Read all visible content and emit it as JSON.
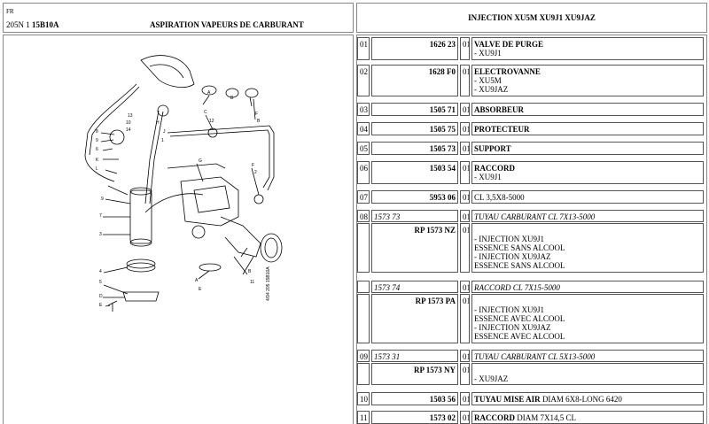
{
  "left_header": {
    "lang": "FR",
    "code_prefix": "205N 1",
    "code": "15B10A",
    "title": "ASPIRATION VAPEURS DE CARBURANT"
  },
  "right_header": {
    "title": "INJECTION XU5M XU9J1 XU9JAZ"
  },
  "diagram": {
    "labels": [
      "1",
      "2",
      "3",
      "4",
      "5",
      "6",
      "7",
      "8",
      "9",
      "10",
      "11",
      "12",
      "13",
      "14",
      "A",
      "B",
      "C",
      "D",
      "E",
      "F",
      "G",
      "H",
      "J",
      "K",
      "L"
    ],
    "stamp": "4/94 205 15B10A"
  },
  "parts": {
    "p01": {
      "num": "01",
      "ref": "1626 23",
      "qty": "01",
      "name": "VALVE DE PURGE",
      "sub": [
        "- XU9J1"
      ]
    },
    "p02": {
      "num": "02",
      "ref": "1628 F0",
      "qty": "01",
      "name": "ELECTROVANNE",
      "sub": [
        "- XU5M",
        "- XU9JAZ"
      ]
    },
    "p03": {
      "num": "03",
      "ref": "1505 71",
      "qty": "01",
      "name": "ABSORBEUR"
    },
    "p04": {
      "num": "04",
      "ref": "1505 75",
      "qty": "01",
      "name": "PROTECTEUR"
    },
    "p05": {
      "num": "05",
      "ref": "1505 73",
      "qty": "01",
      "name": "SUPPORT"
    },
    "p06": {
      "num": "06",
      "ref": "1503 54",
      "qty": "01",
      "name": "RACCORD",
      "sub": [
        "- XU9J1"
      ]
    },
    "p07": {
      "num": "07",
      "ref": "5953 06",
      "qty": "01",
      "name": "CL 3,5X8-5000"
    },
    "p08": {
      "num": "08",
      "main": "1573 73",
      "qty": "01",
      "name": "TUYAU CARBURANT CL 7X13-5000",
      "variant": {
        "ref": "RP 1573 NZ",
        "qty": "01",
        "lines": [
          "- INJECTION XU9J1",
          "ESSENCE SANS ALCOOL",
          "- INJECTION XU9JAZ",
          "ESSENCE SANS ALCOOL"
        ]
      }
    },
    "p08b": {
      "main": "1573 74",
      "qty": "01",
      "name": "RACCORD CL 7X15-5000",
      "variant": {
        "ref": "RP 1573 PA",
        "qty": "01",
        "lines": [
          "- INJECTION XU9J1",
          "ESSENCE AVEC ALCOOL",
          "- INJECTION XU9JAZ",
          "ESSENCE AVEC ALCOOL"
        ]
      }
    },
    "p09": {
      "num": "09",
      "main": "1573 31",
      "qty": "01",
      "name": "TUYAU CARBURANT CL 5X13-5000",
      "variant": {
        "ref": "RP 1573 NY",
        "qty": "01",
        "lines": [
          "- XU9JAZ"
        ]
      }
    },
    "p10": {
      "num": "10",
      "ref": "1503 56",
      "qty": "01",
      "name": "TUYAU MISE AIR",
      "extra": "DIAM 6X8-LONG 6420"
    },
    "p11": {
      "num": "11",
      "ref": "1573 02",
      "qty": "01",
      "name": "RACCORD",
      "extra": "DIAM 7X14,5 CL"
    }
  }
}
